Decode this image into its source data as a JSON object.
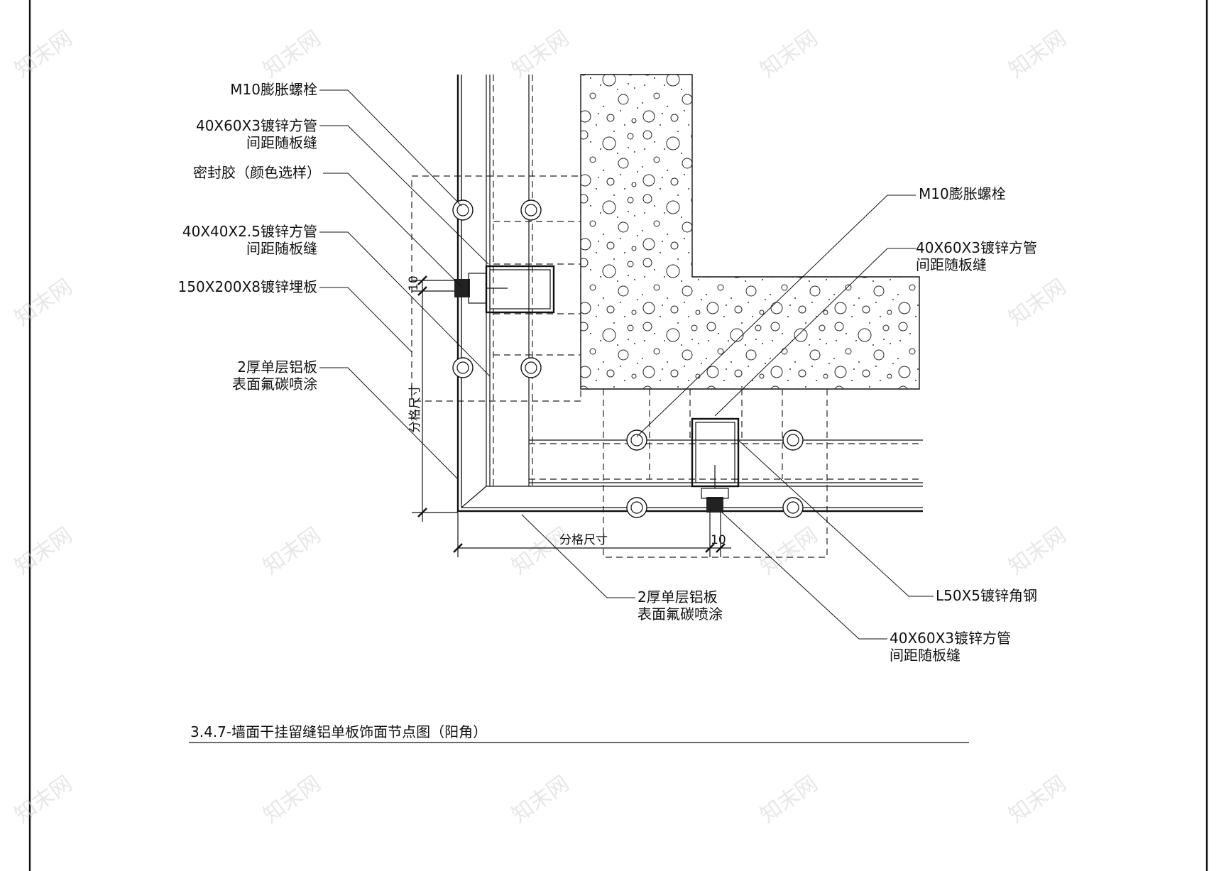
{
  "drawing": {
    "caption": "3.4.7-墙面干挂留缝铝单板饰面节点图（阳角）",
    "labels": {
      "m10_bolt_left": "M10膨胀螺栓",
      "tube_40x60_left_1": "40X60X3镀锌方管",
      "tube_40x60_left_2": "间距随板缝",
      "sealant": "密封胶（颜色选样）",
      "tube_40x40_1": "40X40X2.5镀锌方管",
      "tube_40x40_2": "间距随板缝",
      "embed_plate": "150X200X8镀锌埋板",
      "panel_left_1": "2厚单层铝板",
      "panel_left_2": "表面氟碳喷涂",
      "m10_bolt_right": "M10膨胀螺栓",
      "tube_40x60_right_1": "40X60X3镀锌方管",
      "tube_40x60_right_2": "间距随板缝",
      "panel_bottom_1": "2厚单层铝板",
      "panel_bottom_2": "表面氟碳喷涂",
      "angle_steel": "L50X5镀锌角钢",
      "tube_40x60_bottom_1": "40X60X3镀锌方管",
      "tube_40x60_bottom_2": "间距随板缝",
      "dim_vertical": "分格尺寸",
      "dim_horizontal": "分格尺寸",
      "gap_10_left": "10",
      "gap_10_bottom": "10"
    },
    "watermark": "知末网"
  }
}
